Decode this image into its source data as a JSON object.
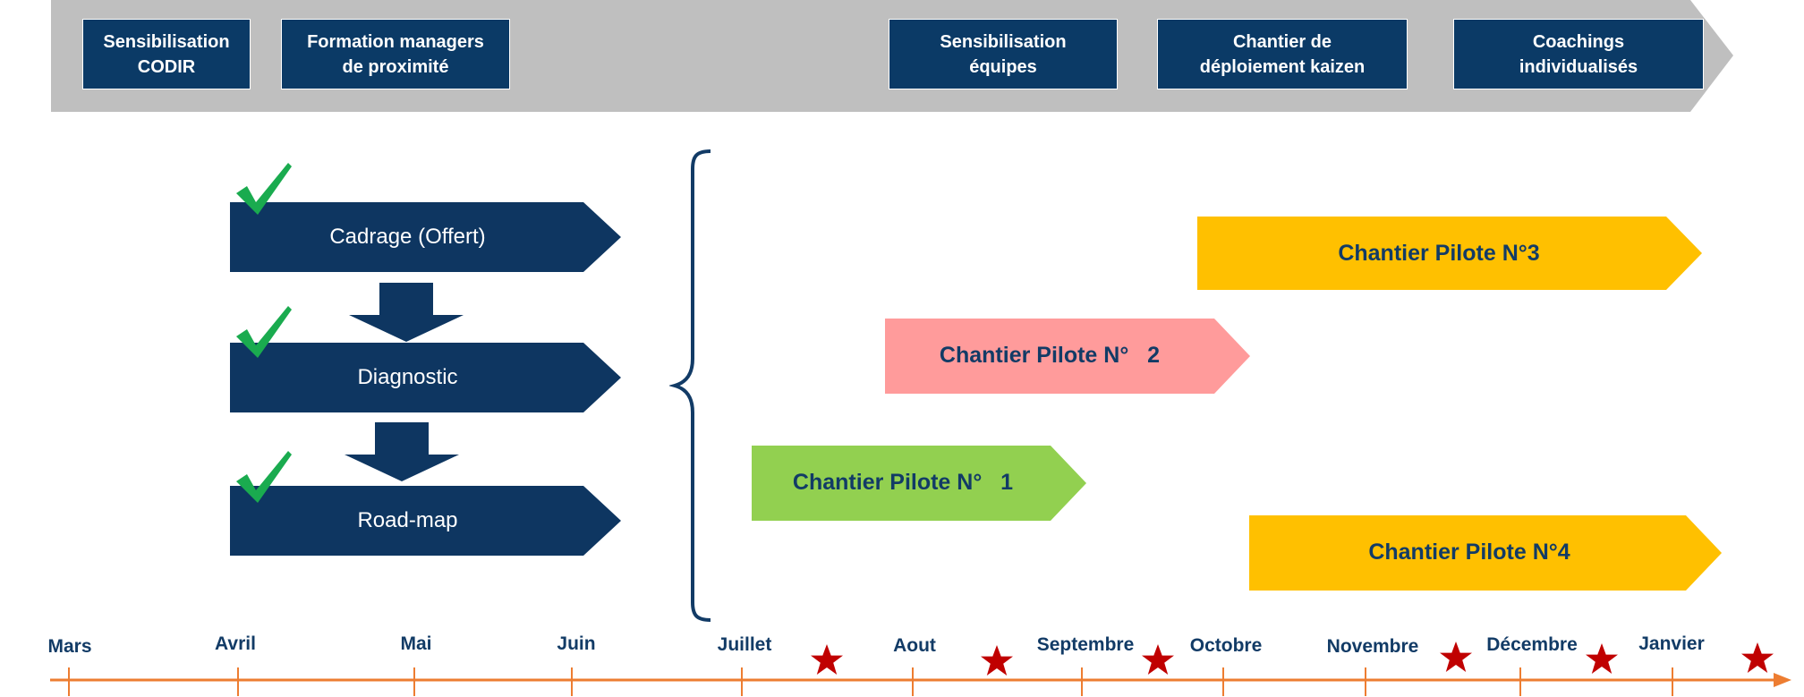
{
  "top_steps": [
    {
      "label": "Sensibilisation\nCODIR"
    },
    {
      "label": "Formation managers\nde proximité"
    },
    {
      "label": "Sensibilisation\néquipes"
    },
    {
      "label": "Chantier de\ndéploiement  kaizen"
    },
    {
      "label": "Coachings\nindividualisés"
    }
  ],
  "process_steps": [
    {
      "label": "Cadrage (Offert)",
      "status": "done"
    },
    {
      "label": "Diagnostic",
      "status": "done"
    },
    {
      "label": "Road-map",
      "status": "done"
    }
  ],
  "pilots": [
    {
      "label": "Chantier Pilote N°3",
      "color": "#ffc000"
    },
    {
      "label": "Chantier Pilote N°   2",
      "color": "#ff9b9b"
    },
    {
      "label": "Chantier Pilote N°   1",
      "color": "#92d050"
    },
    {
      "label": "Chantier Pilote N°4",
      "color": "#ffc000"
    }
  ],
  "timeline": {
    "months": [
      "Mars",
      "Avril",
      "Mai",
      "Juin",
      "Juillet",
      "Aout",
      "Septembre",
      "Octobre",
      "Novembre",
      "Décembre",
      "Janvier"
    ],
    "milestone_count": 6,
    "axis_color": "#ed7d31",
    "star_color": "#c00000"
  },
  "colors": {
    "navy": "#0e3661",
    "banner": "#bfbfbf",
    "check": "#1aab4f"
  }
}
